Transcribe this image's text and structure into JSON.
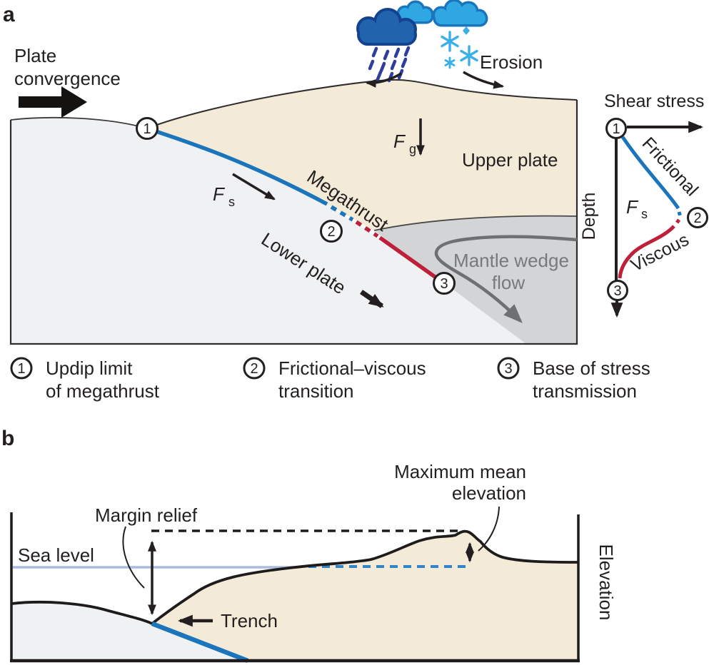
{
  "panel_a": {
    "label": "a",
    "plate_convergence": [
      "Plate",
      "convergence"
    ],
    "erosion": "Erosion",
    "upper_plate": "Upper plate",
    "lower_plate": "Lower plate",
    "megathrust": "Megathrust",
    "mantle_wedge": [
      "Mantle wedge",
      "flow"
    ],
    "f_s": {
      "base": "F",
      "sub": "s"
    },
    "f_g": {
      "base": "F",
      "sub": "g"
    },
    "markers": {
      "one": "1",
      "two": "2",
      "three": "3"
    },
    "stress_plot": {
      "x_axis": "Shear stress",
      "y_axis": "Depth",
      "frictional": "Frictional",
      "viscous": "Viscous",
      "f_s": {
        "base": "F",
        "sub": "s"
      },
      "markers": {
        "one": "1",
        "two": "2",
        "three": "3"
      }
    },
    "legend": [
      {
        "marker": "1",
        "line1": "Updip limit",
        "line2": "of megathrust"
      },
      {
        "marker": "2",
        "line1": "Frictional–viscous",
        "line2": "transition"
      },
      {
        "marker": "3",
        "line1": "Base of stress",
        "line2": "transmission"
      }
    ]
  },
  "panel_b": {
    "label": "b",
    "margin_relief": "Margin relief",
    "sea_level": "Sea level",
    "trench": "Trench",
    "max_mean_elevation": [
      "Maximum mean",
      "elevation"
    ],
    "elevation_axis": "Elevation"
  },
  "colors": {
    "upper_plate_tan": "#f3ead7",
    "lower_plate_gray": "#eff1f3",
    "mantle_wedge_gray": "#d3d4d6",
    "megathrust_blue": "#1b75bc",
    "viscous_red": "#be2039",
    "rain_navy": "#2f3d9e",
    "snow_blue": "#3bb0e8",
    "dark_cloud_blue": "#2263ae",
    "light_cloud_blue": "#2fa7e3",
    "sea_level_blue": "#a9bcdf",
    "flow_arrow_gray": "#6e7072",
    "text_black": "#231f20"
  }
}
